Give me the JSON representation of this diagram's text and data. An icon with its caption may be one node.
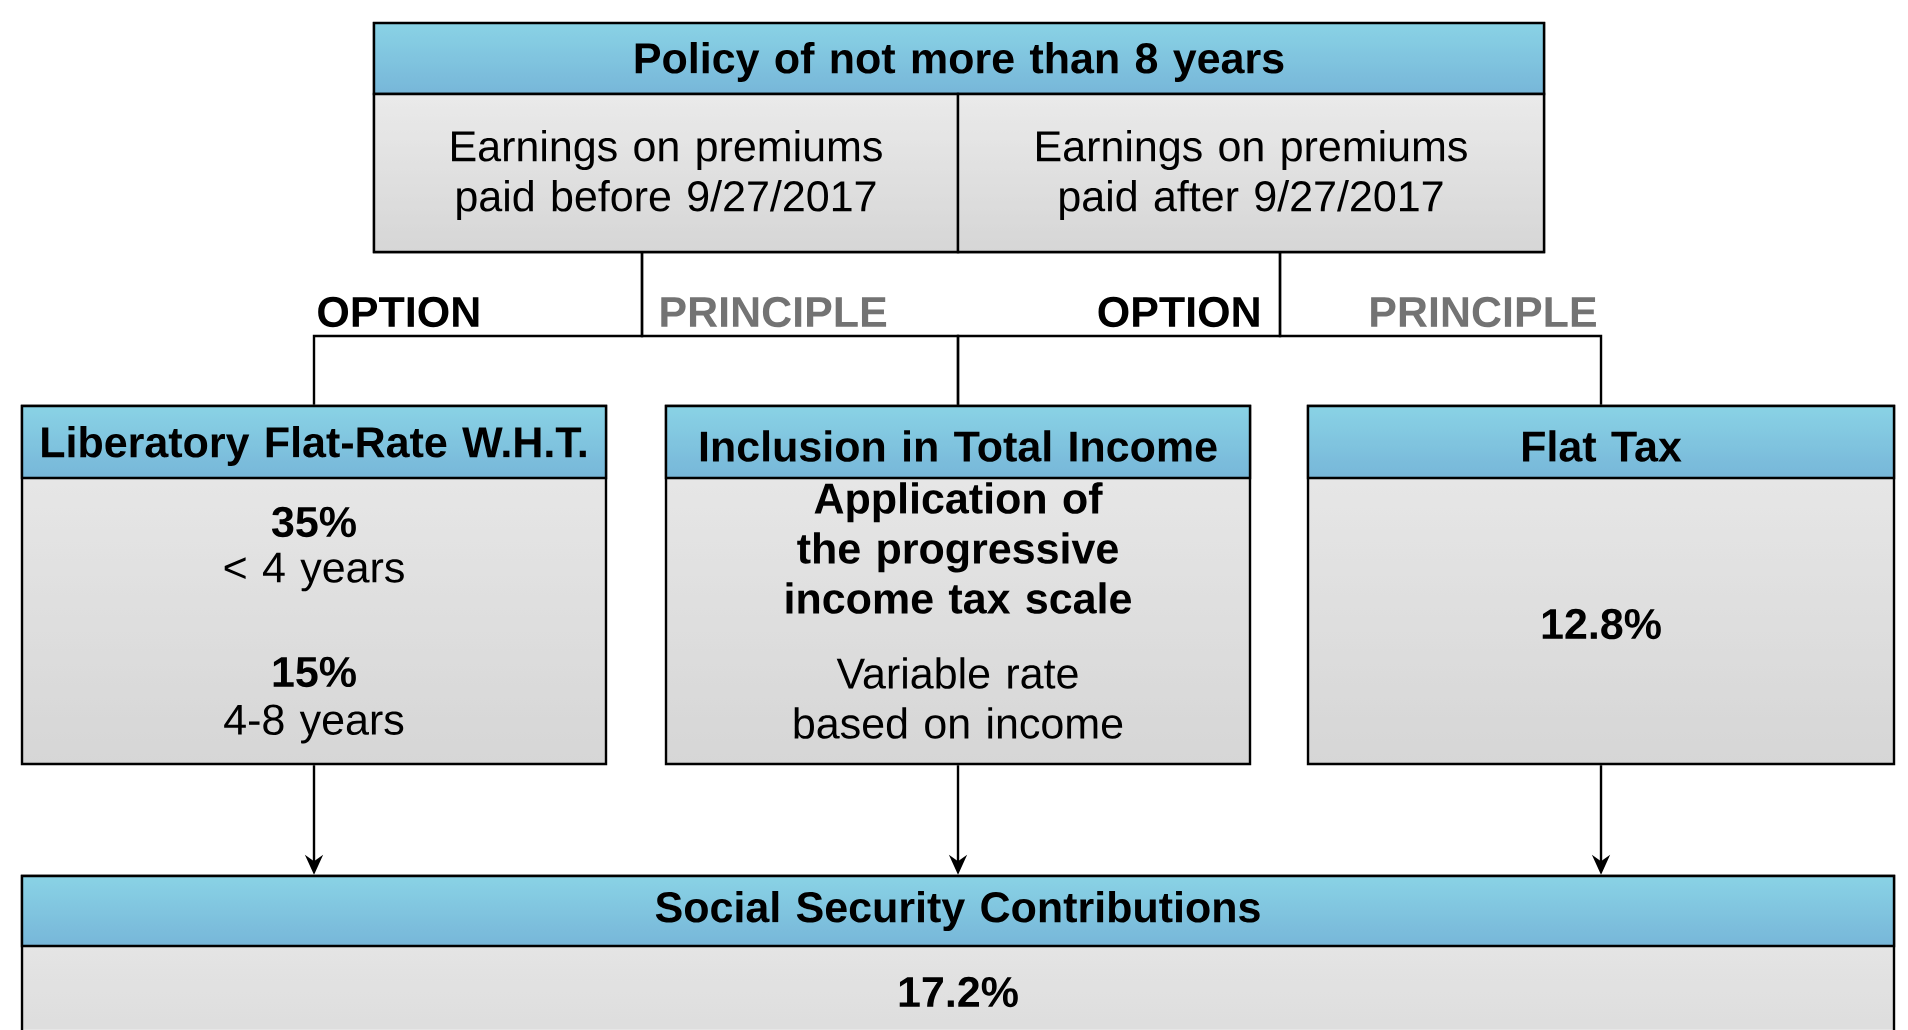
{
  "diagram": {
    "nodes": [
      {
        "text": [
          "Policy of not more than 8 years"
        ]
      },
      {
        "text": [
          "Earnings on premiums paid before 9/27/2017"
        ],
        "in": 0
      },
      {
        "text": [
          "Earnings on premiums paid after 9/27/2017"
        ],
        "in": 0
      },
      {
        "text": [
          "Liberatory Flat-Rate W.H.T.",
          "35%",
          "< 4 years",
          "15%",
          "4-8 years"
        ]
      },
      {
        "text": [
          "Inclusion in Total Income",
          "Application of the progressive income tax scale",
          "Variable rate based on income"
        ]
      },
      {
        "text": [
          "Flat Tax",
          "12.8%"
        ]
      },
      {
        "text": [
          "Social Security Contributions",
          "17.2%"
        ]
      }
    ],
    "edges": [
      {
        "from": 1,
        "to": 3,
        "arrow": "none",
        "label": "OPTION"
      },
      {
        "from": 1,
        "to": 4,
        "arrow": "none",
        "label": "PRINCIPLE"
      },
      {
        "from": 2,
        "to": 4,
        "arrow": "none",
        "label": "OPTION"
      },
      {
        "from": 2,
        "to": 5,
        "arrow": "none",
        "label": "PRINCIPLE"
      },
      {
        "from": 3,
        "to": 6,
        "arrow": "to"
      },
      {
        "from": 4,
        "to": 6,
        "arrow": "to"
      },
      {
        "from": 5,
        "to": 6,
        "arrow": "to"
      }
    ]
  }
}
